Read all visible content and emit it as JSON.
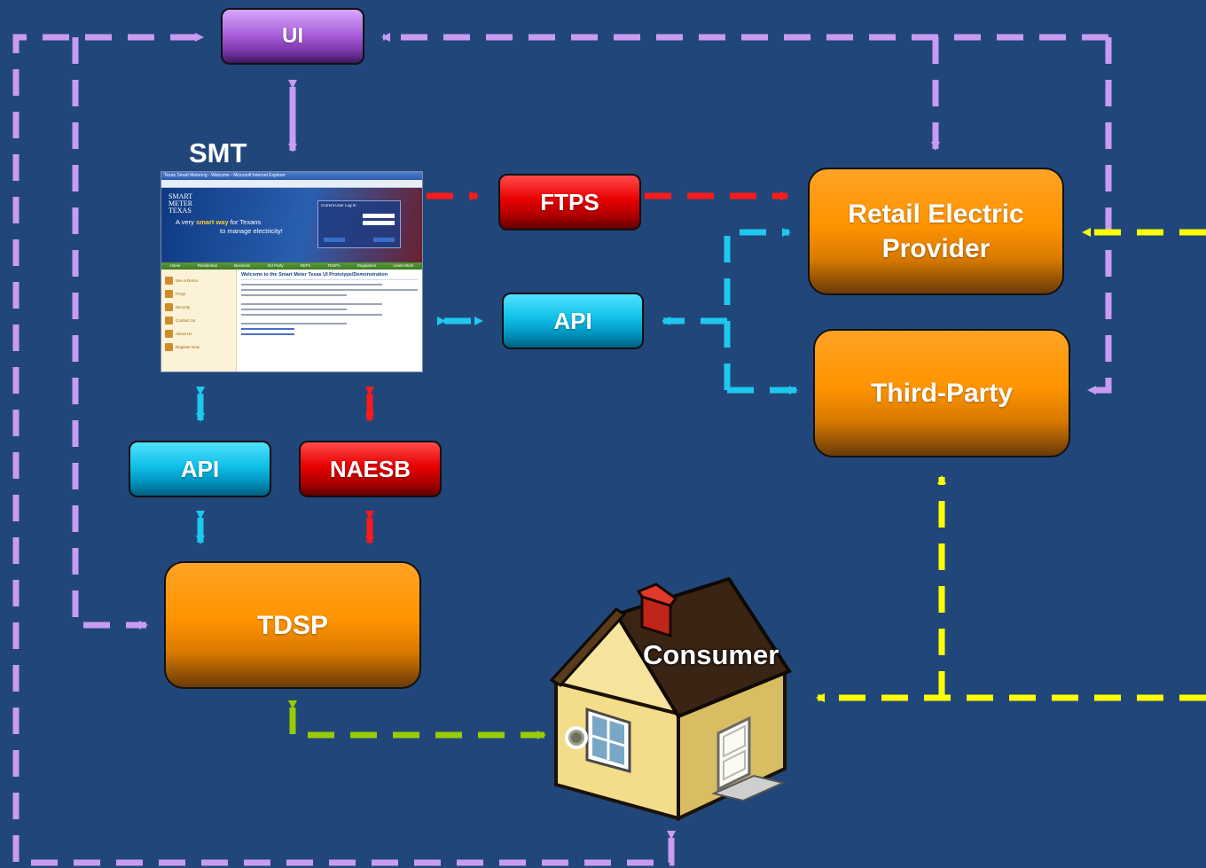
{
  "diagram": {
    "nodes": {
      "ui": "UI",
      "smt": "SMT",
      "ftps": "FTPS",
      "rep": "Retail Electric Provider",
      "api_right": "API",
      "third_party": "Third-Party",
      "api_left": "API",
      "naesb": "NAESB",
      "tdsp": "TDSP",
      "consumer": "Consumer"
    },
    "smt_screenshot": {
      "window_title": "Texas Smart Metering - Welcome - Microsoft Internet Explorer",
      "brand": "SMART METER TEXAS",
      "tagline_pre": "A very ",
      "tagline_highlight": "smart way",
      "tagline_post": " for Texans",
      "tagline_line2": "to manage electricity!",
      "login_title": "Current User Log In",
      "nav": [
        "Home",
        "Residential",
        "Business",
        "3rd Party",
        "REPs",
        "TDSPs",
        "Regulators",
        "Learn More"
      ],
      "sidebar": [
        "See a Demo",
        "FAQs",
        "Security",
        "Contact Us",
        "About Us",
        "Register Now"
      ],
      "heading": "Welcome to the Smart Meter Texas UI Prototype/Demonstration"
    },
    "colors": {
      "background": "#21477a",
      "purple_flow": "#c99bf2",
      "red_flow": "#ff1a1a",
      "cyan_flow": "#1ec8f0",
      "yellow_flow": "#ffff00",
      "green_flow": "#99cc00"
    }
  }
}
